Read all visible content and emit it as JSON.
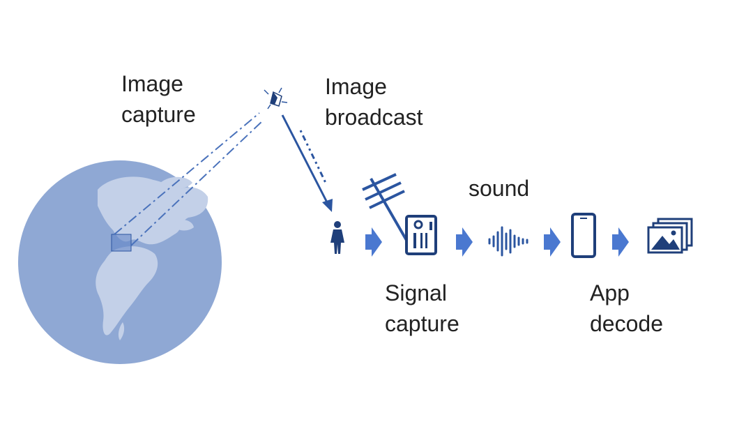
{
  "labels": {
    "image_capture": [
      "Image",
      "capture"
    ],
    "image_broadcast": [
      "Image",
      "broadcast"
    ],
    "sound": "sound",
    "signal_capture": [
      "Signal",
      "capture"
    ],
    "app_decode": [
      "App",
      "decode"
    ]
  },
  "colors": {
    "globe": "#8fa8d4",
    "land": "#c3d0e8",
    "stroke": "#2b55a0",
    "arrow": "#4a78d0",
    "icon_dark": "#1f3f7a",
    "text": "#222222"
  },
  "icons": [
    "globe-icon",
    "satellite-icon",
    "person-icon",
    "antenna-radio-icon",
    "sound-wave-icon",
    "smartphone-icon",
    "image-gallery-icon"
  ]
}
